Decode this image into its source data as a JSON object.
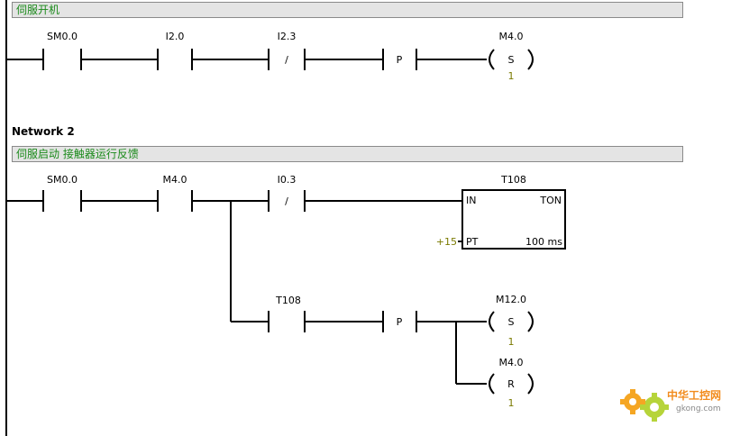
{
  "network1": {
    "comment": "伺服开机",
    "contacts": [
      {
        "address": "SM0.0",
        "type": "NO"
      },
      {
        "address": "I2.0",
        "type": "NO"
      },
      {
        "address": "I2.3",
        "type": "NC",
        "symbol": "/"
      },
      {
        "address": "",
        "type": "P",
        "symbol": "P"
      }
    ],
    "coil": {
      "address": "M4.0",
      "op": "S",
      "count": "1"
    }
  },
  "network2": {
    "title": "Network 2",
    "comment": "伺服启动 接触器运行反馈",
    "contacts": [
      {
        "address": "SM0.0",
        "type": "NO"
      },
      {
        "address": "M4.0",
        "type": "NO"
      },
      {
        "address": "I0.3",
        "type": "NC",
        "symbol": "/"
      }
    ],
    "timer": {
      "address": "T108",
      "input_label": "IN",
      "type_label": "TON",
      "pt_label": "PT",
      "pt_value": "+15",
      "resolution": "100 ms"
    },
    "branch": {
      "contact": {
        "address": "T108",
        "type": "NO"
      },
      "edge": {
        "symbol": "P"
      },
      "coils": [
        {
          "address": "M12.0",
          "op": "S",
          "count": "1"
        },
        {
          "address": "M4.0",
          "op": "R",
          "count": "1"
        }
      ]
    }
  },
  "watermark": {
    "brand": "中华工控网",
    "url": "gkong.com"
  }
}
